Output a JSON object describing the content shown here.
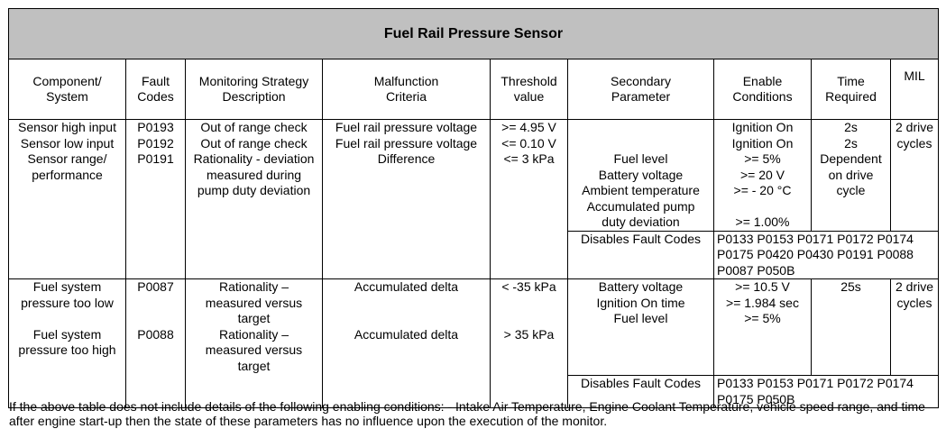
{
  "title": "Fuel Rail Pressure Sensor",
  "headers": {
    "component": "Component/\nSystem",
    "fault_codes": "Fault\nCodes",
    "strategy": "Monitoring Strategy\nDescription",
    "malfunction": "Malfunction\nCriteria",
    "threshold": "Threshold\nvalue",
    "secondary": "Secondary\nParameter",
    "enable": "Enable\nConditions",
    "time": "Time\nRequired",
    "mil": "MIL"
  },
  "row1": {
    "component": "Sensor high input\nSensor low input\nSensor range/\nperformance",
    "codes": "P0193\nP0192\nP0191",
    "strategy": "Out of range check\nOut of range check\nRationality - deviation\nmeasured during\npump duty deviation",
    "malfunction": "Fuel rail pressure voltage\nFuel rail pressure voltage\nDifference",
    "threshold": ">= 4.95 V\n<= 0.10 V\n<= 3 kPa",
    "secondary": "Fuel level\nBattery voltage\nAmbient temperature\nAccumulated pump\nduty deviation",
    "enable": "Ignition On\nIgnition On\n>= 5%\n>= 20 V\n>= - 20 °C\n\n>= 1.00%",
    "time": "2s\n2s\nDependent\non drive\ncycle",
    "mil": "2 drive\ncycles",
    "disables_label": "Disables Fault Codes",
    "disables_codes": "P0133 P0153 P0171 P0172 P0174 P0175 P0420 P0430 P0191 P0088 P0087 P050B"
  },
  "row2": {
    "component": "Fuel system\npressure too low\n\nFuel system\npressure too high",
    "codes": "P0087\n\n\nP0088",
    "strategy": "Rationality –\nmeasured versus\ntarget\nRationality –\nmeasured versus\ntarget",
    "malfunction": "Accumulated delta\n\n\nAccumulated delta",
    "threshold": "< -35 kPa\n\n\n> 35 kPa",
    "secondary": "Battery voltage\nIgnition On time\nFuel level",
    "enable": ">= 10.5 V\n>= 1.984 sec\n>= 5%",
    "time": "25s",
    "mil": "2 drive\ncycles",
    "disables_label": "Disables Fault Codes",
    "disables_codes": "P0133 P0153 P0171 P0172 P0174 P0175 P050B"
  },
  "footnote": "If the above table does not include details of the following enabling conditions: - Intake Air Temperature, Engine Coolant Temperature, vehicle speed range, and time after engine start-up then the state of these parameters has no influence upon the execution of the monitor."
}
